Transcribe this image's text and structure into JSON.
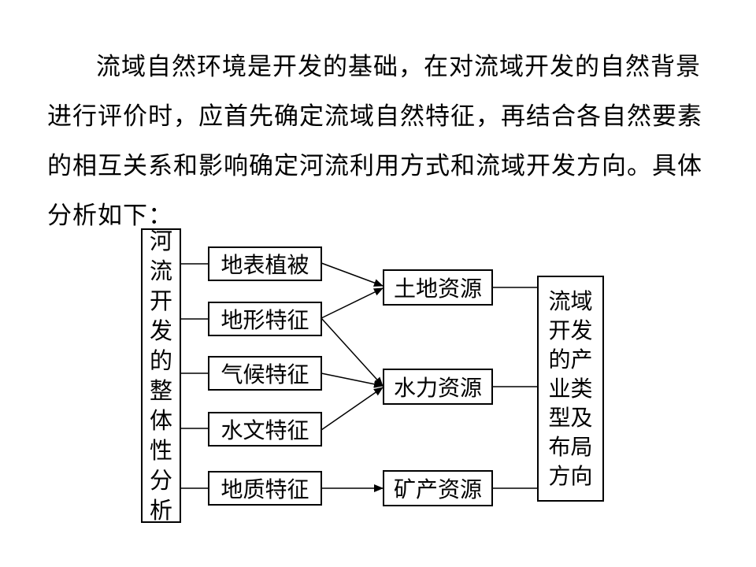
{
  "intro": {
    "text": "流域自然环境是开发的基础，在对流域开发的自然背景进行评价时，应首先确定流域自然特征，再结合各自然要素的相互关系和影响确定河流利用方式和流域开发方向。具体分析如下："
  },
  "diagram": {
    "left_title": "河流开发的整体性分析",
    "factors": [
      "地表植被",
      "地形特征",
      "气候特征",
      "水文特征",
      "地质特征"
    ],
    "resources": [
      "土地资源",
      "水力资源",
      "矿产资源"
    ],
    "right_title": "流域开发的产业类型及布局方向"
  },
  "colors": {
    "line": "#000000",
    "background": "#ffffff"
  }
}
